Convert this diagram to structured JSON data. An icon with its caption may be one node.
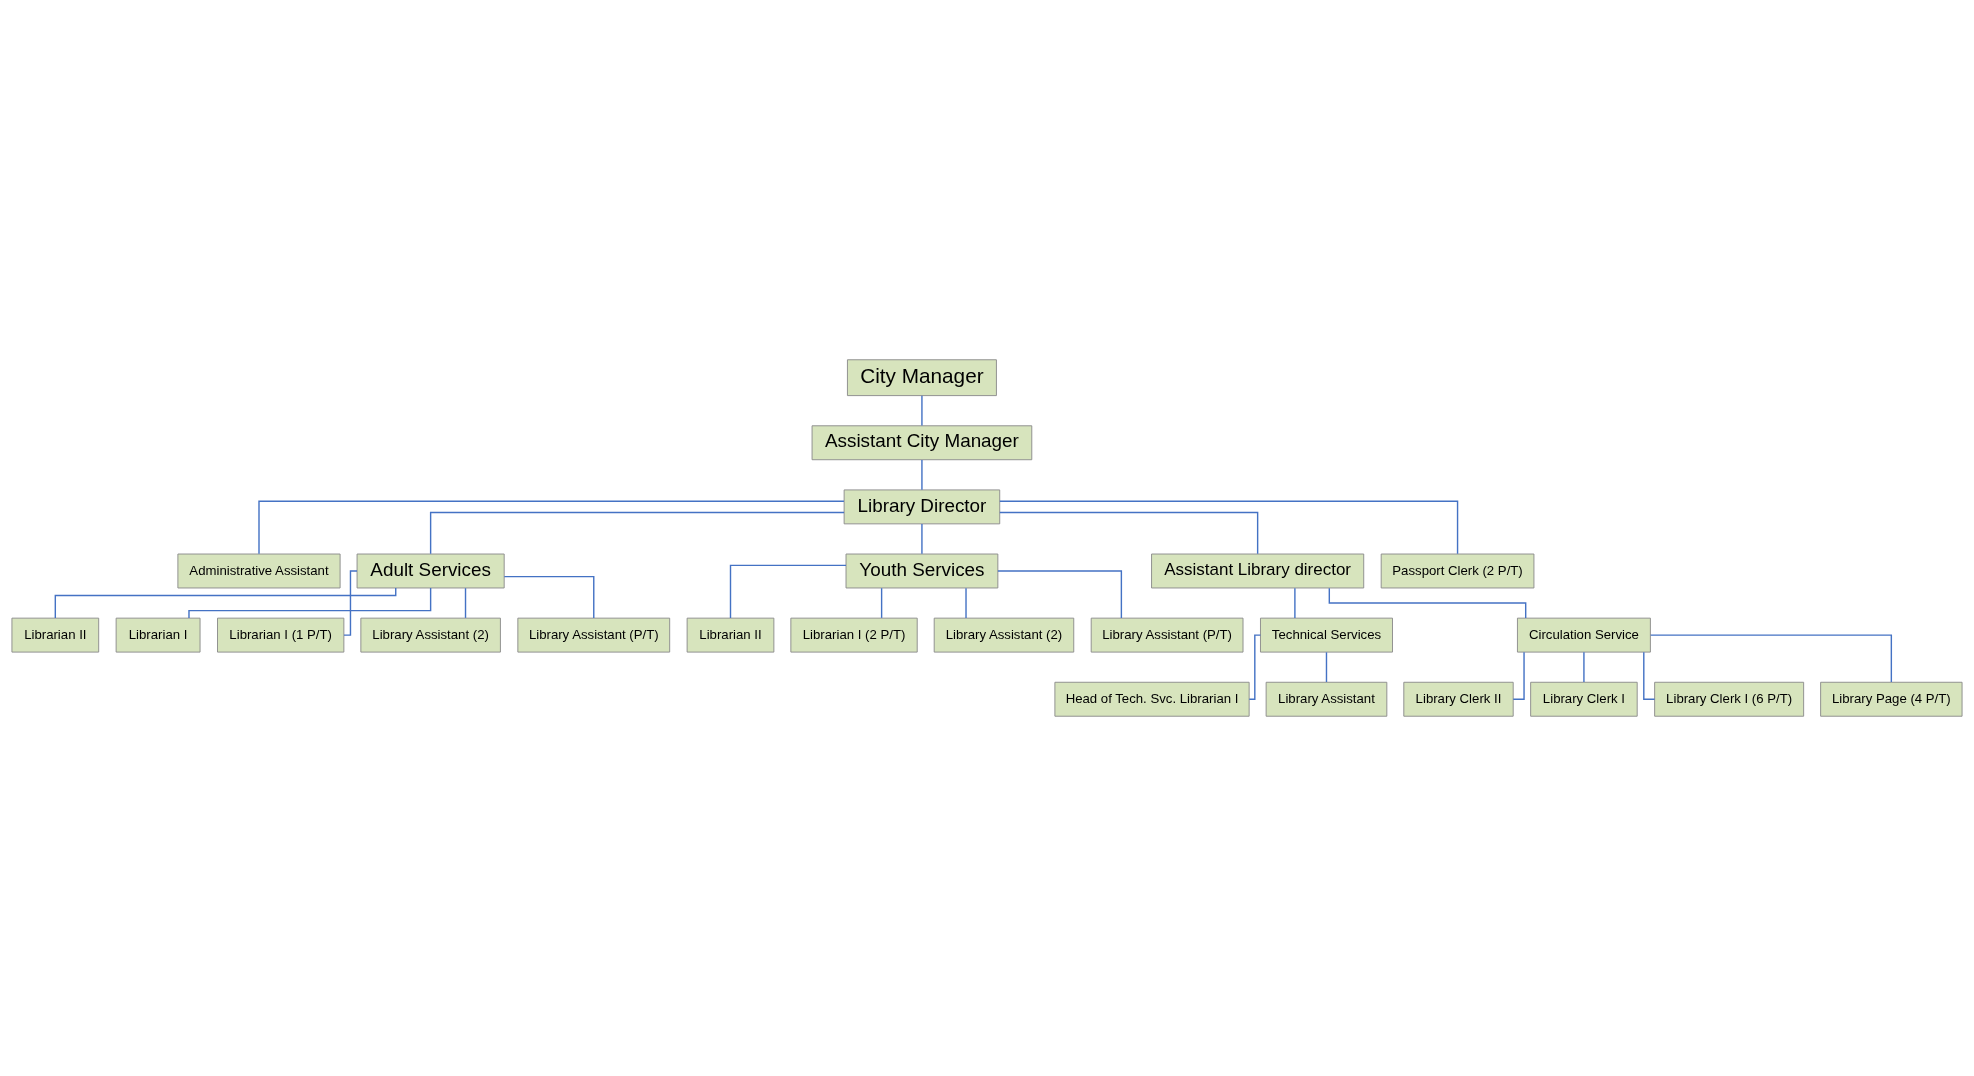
{
  "diagram": {
    "nodes": [
      {
        "text": [
          "City Manager"
        ]
      },
      {
        "text": [
          "Assistant City Manager"
        ]
      },
      {
        "text": [
          "Library Director"
        ]
      },
      {
        "text": [
          "Administrative Assistant"
        ]
      },
      {
        "text": [
          "Adult Services"
        ]
      },
      {
        "text": [
          "Youth Services"
        ]
      },
      {
        "text": [
          "Assistant Library director"
        ]
      },
      {
        "text": [
          "Librarian II"
        ]
      },
      {
        "text": [
          "Librarian I"
        ]
      },
      {
        "text": [
          "Librarian I (1 P/T)"
        ]
      },
      {
        "text": [
          "Library Assistant (2)"
        ]
      },
      {
        "text": [
          "Library Assistant (P/T)"
        ]
      },
      {
        "text": [
          "Librarian II"
        ]
      },
      {
        "text": [
          "Librarian I (2 P/T)"
        ]
      },
      {
        "text": [
          "Library Assistant (2)"
        ]
      },
      {
        "text": [
          "Library Assistant (P/T)"
        ]
      },
      {
        "text": [
          "Technical Services"
        ]
      },
      {
        "text": [
          "Circulation Service"
        ]
      },
      {
        "text": [
          "Head of Tech. Svc. Librarian I"
        ]
      },
      {
        "text": [
          "Library Assistant"
        ]
      },
      {
        "text": [
          "Library Clerk II"
        ]
      },
      {
        "text": [
          "Library Clerk I"
        ]
      },
      {
        "text": [
          "Library Clerk I (6 P/T)"
        ]
      },
      {
        "text": [
          "Library Page (4 P/T)"
        ]
      },
      {
        "text": [
          "Passport Clerk (2 P/T)"
        ]
      }
    ],
    "edges": [
      {
        "from": 0,
        "to": 1,
        "arrow": "none"
      },
      {
        "from": 1,
        "to": 2,
        "arrow": "none"
      },
      {
        "from": 2,
        "to": 3,
        "arrow": "none"
      },
      {
        "from": 2,
        "to": 4,
        "arrow": "none"
      },
      {
        "from": 2,
        "to": 5,
        "arrow": "none"
      },
      {
        "from": 2,
        "to": 6,
        "arrow": "none"
      },
      {
        "from": 2,
        "to": 24,
        "arrow": "none"
      },
      {
        "from": 4,
        "to": 7,
        "arrow": "none"
      },
      {
        "from": 4,
        "to": 8,
        "arrow": "none"
      },
      {
        "from": 4,
        "to": 9,
        "arrow": "none"
      },
      {
        "from": 4,
        "to": 10,
        "arrow": "none"
      },
      {
        "from": 4,
        "to": 11,
        "arrow": "none"
      },
      {
        "from": 5,
        "to": 12,
        "arrow": "none"
      },
      {
        "from": 5,
        "to": 13,
        "arrow": "none"
      },
      {
        "from": 5,
        "to": 14,
        "arrow": "none"
      },
      {
        "from": 5,
        "to": 15,
        "arrow": "none"
      },
      {
        "from": 6,
        "to": 16,
        "arrow": "none"
      },
      {
        "from": 6,
        "to": 17,
        "arrow": "none"
      },
      {
        "from": 16,
        "to": 18,
        "arrow": "none"
      },
      {
        "from": 16,
        "to": 19,
        "arrow": "none"
      },
      {
        "from": 17,
        "to": 20,
        "arrow": "none"
      },
      {
        "from": 17,
        "to": 21,
        "arrow": "none"
      },
      {
        "from": 17,
        "to": 22,
        "arrow": "none"
      },
      {
        "from": 17,
        "to": 23,
        "arrow": "none"
      }
    ]
  }
}
